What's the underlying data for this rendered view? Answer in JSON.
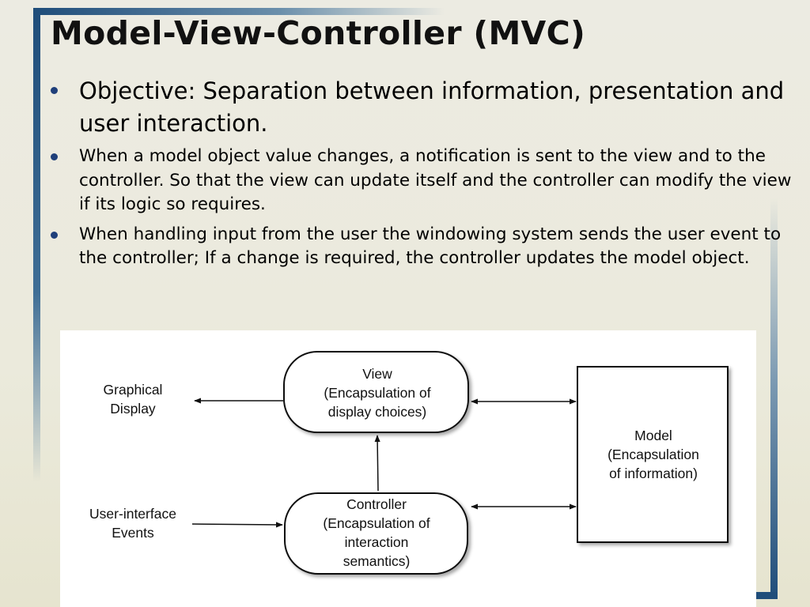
{
  "slide": {
    "title": "Model-View-Controller (MVC)",
    "bullets": [
      "Objective: Separation between information, presentation and user interaction.",
      "When a model object value changes, a notification is sent to the view and to the controller. So that the view can update itself and the controller can modify the view if its logic so requires.",
      "When handling input from the user the windowing system sends the user event to the controller; If a change is required, the controller updates the model object."
    ]
  },
  "diagram": {
    "graphical_display": [
      "Graphical",
      "Display"
    ],
    "ui_events": [
      "User-interface",
      "Events"
    ],
    "view": [
      "View",
      "(Encapsulation of",
      "display choices)"
    ],
    "controller": [
      "Controller",
      "(Encapsulation of",
      "interaction",
      "semantics)"
    ],
    "model": [
      "Model",
      "(Encapsulation",
      "of information)"
    ]
  },
  "colors": {
    "accent_bar": "#1f4d7a",
    "bullet": "#1f3f7a"
  }
}
